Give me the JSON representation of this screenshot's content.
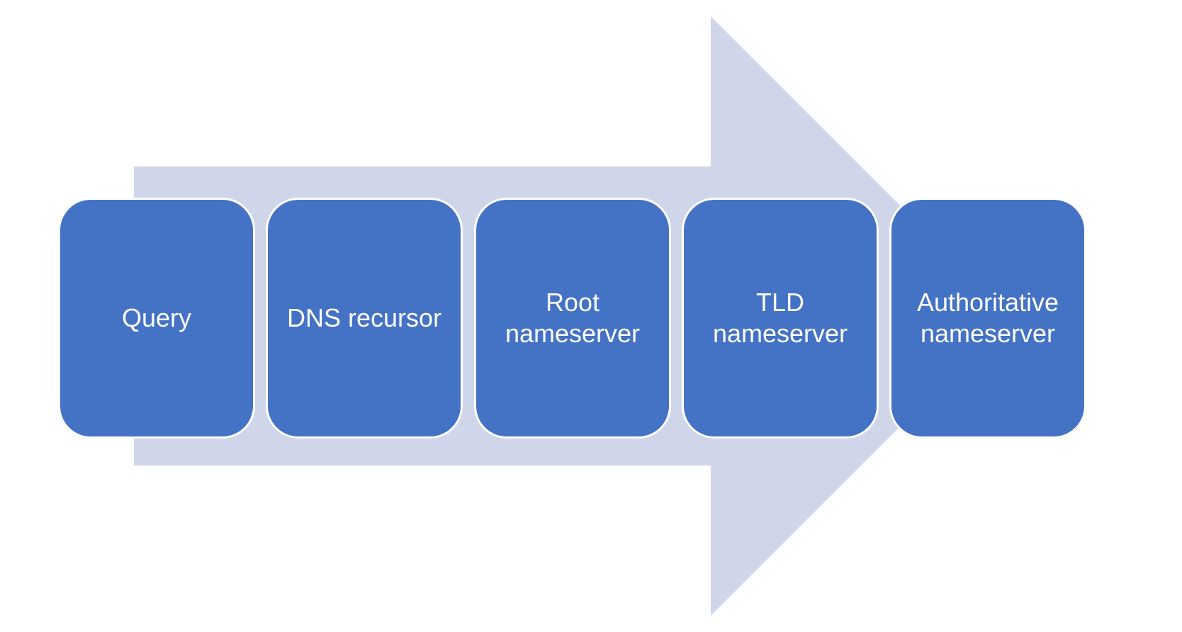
{
  "colors": {
    "background": "#ffffff",
    "arrow_fill": "#d0d6ea",
    "box_fill": "#4472c4",
    "box_border": "#ffffff",
    "box_text": "#ffffff"
  },
  "steps": [
    {
      "label": "Query"
    },
    {
      "label": "DNS recursor"
    },
    {
      "label": "Root\nnameserver"
    },
    {
      "label": "TLD\nnameserver"
    },
    {
      "label": "Authoritative\nnameserver"
    }
  ]
}
